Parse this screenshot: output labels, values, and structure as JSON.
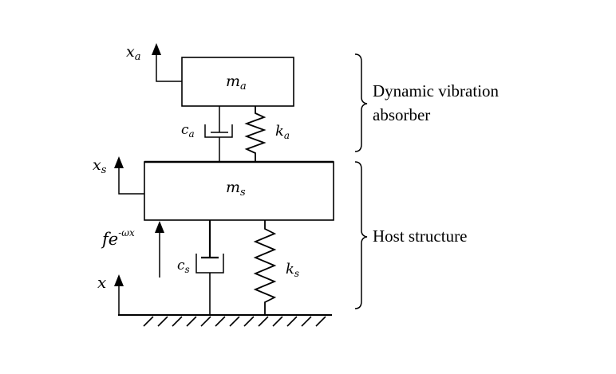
{
  "masses": {
    "absorber": {
      "symbol": "m",
      "subscript": "a"
    },
    "host": {
      "symbol": "m",
      "subscript": "s"
    }
  },
  "dampers": {
    "absorber": {
      "symbol": "c",
      "subscript": "a"
    },
    "host": {
      "symbol": "c",
      "subscript": "s"
    }
  },
  "springs": {
    "absorber": {
      "symbol": "k",
      "subscript": "a"
    },
    "host": {
      "symbol": "k",
      "subscript": "s"
    }
  },
  "displacements": {
    "absorber": {
      "symbol": "x",
      "subscript": "a"
    },
    "host": {
      "symbol": "x",
      "subscript": "s"
    },
    "base": {
      "symbol": "x"
    }
  },
  "force": {
    "base": "fe",
    "exponent": "-ωx"
  },
  "brace_labels": {
    "absorber_line1": "Dynamic vibration",
    "absorber_line2": "absorber",
    "host": "Host structure"
  }
}
